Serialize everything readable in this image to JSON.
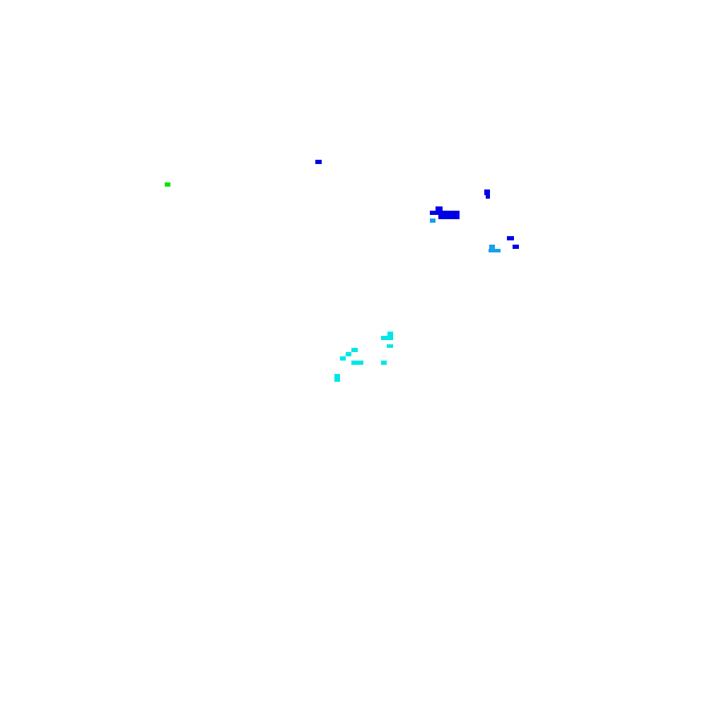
{
  "background_color": "#ffffff",
  "palette": {
    "blue": "#0000e6",
    "azure": "#1aa0e6",
    "cyan": "#00e6e6",
    "green": "#00e600"
  },
  "clusters": [
    {
      "name": "green-speck",
      "color_key": "green"
    },
    {
      "name": "blue-top-speck",
      "color_key": "blue"
    },
    {
      "name": "blue-block",
      "color_key": "blue"
    },
    {
      "name": "blue-right-specks",
      "color_key": "blue"
    },
    {
      "name": "azure-specks",
      "color_key": "azure"
    },
    {
      "name": "cyan-scatter",
      "color_key": "cyan"
    }
  ]
}
